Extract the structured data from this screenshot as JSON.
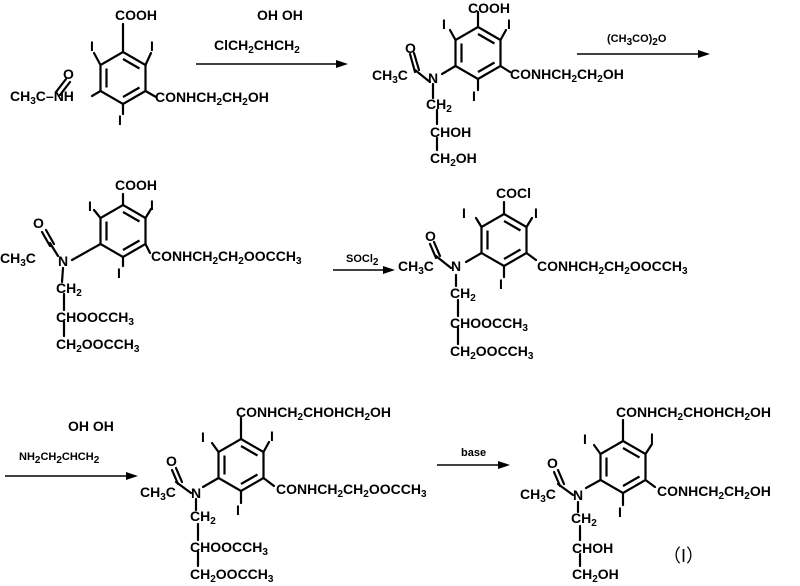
{
  "scheme": {
    "reactions": [
      {
        "reagent_top": "OH OH",
        "reagent_main": "ClCH2CHCH2",
        "starting_material": {
          "top": "COOH",
          "iodine": [
            "I",
            "I",
            "I"
          ],
          "left_group": "CH3C–NH",
          "carbonyl_o": "O",
          "right_group": "CONHCH2CH2OH"
        }
      },
      {
        "reagent": "(CH3CO)2O",
        "product": {
          "top": "COOH",
          "iodine": [
            "I",
            "I",
            "I"
          ],
          "left_group": "CH3C",
          "carbonyl_o": "O",
          "n": "N",
          "right_group": "CONHCH2CH2OH",
          "chain": [
            "CH2",
            "CHOH",
            "CH2OH"
          ]
        }
      },
      {
        "reagent": "SOCl2",
        "reactant": {
          "top": "COOH",
          "iodine": [
            "I",
            "I",
            "I"
          ],
          "left_group": "CH3C",
          "carbonyl_o": "O",
          "n": "N",
          "right_group": "CONHCH2CH2OOCCH3",
          "chain": [
            "CH2",
            "CHOOCCH3",
            "CH2OOCCH3"
          ]
        },
        "product": {
          "top": "COCl",
          "iodine": [
            "I",
            "I",
            "I"
          ],
          "left_group": "CH3C",
          "carbonyl_o": "O",
          "n": "N",
          "right_group": "CONHCH2CH2OOCCH3",
          "chain": [
            "CH2",
            "CHOOCCH3",
            "CH2OOCCH3"
          ]
        }
      },
      {
        "reagent_top": "OH OH",
        "reagent_main": "NH2CH2CHCH2",
        "product": {
          "top": "CONHCH2CHOHCH2OH",
          "iodine": [
            "I",
            "I",
            "I"
          ],
          "left_group": "CH3C",
          "carbonyl_o": "O",
          "n": "N",
          "right_group": "CONHCH2CH2OOCCH3",
          "chain": [
            "CH2",
            "CHOOCCH3",
            "CH2OOCCH3"
          ]
        }
      },
      {
        "reagent": "base",
        "final_product": {
          "top": "CONHCH2CHOHCH2OH",
          "iodine": [
            "I",
            "I",
            "I"
          ],
          "left_group": "CH3C",
          "carbonyl_o": "O",
          "n": "N",
          "right_group": "CONHCH2CH2OH",
          "chain": [
            "CH2",
            "CHOH",
            "CH2OH"
          ],
          "compound_label": "（I）"
        }
      }
    ]
  }
}
